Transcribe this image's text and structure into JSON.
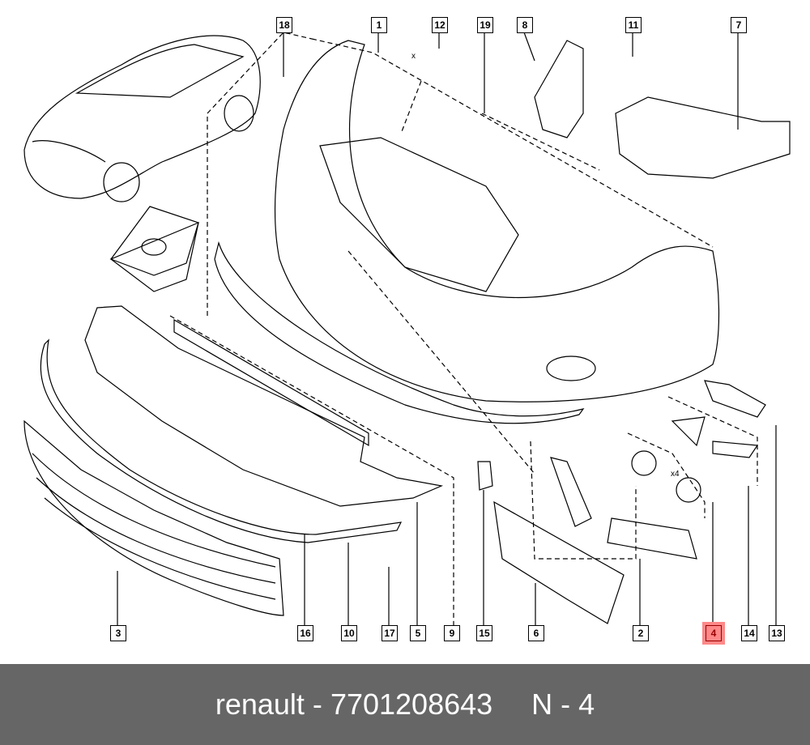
{
  "callouts": {
    "top": [
      "18",
      "1",
      "12",
      "19",
      "8",
      "11",
      "7"
    ],
    "bottom": [
      "3",
      "16",
      "10",
      "17",
      "5",
      "9",
      "15",
      "6",
      "2",
      "4",
      "14",
      "13"
    ],
    "highlighted": "4",
    "highlight_color": "#ff8888"
  },
  "annotations": {
    "x_mark": "x",
    "x4": "x4"
  },
  "footer": {
    "brand": "renault",
    "separator": "-",
    "part_number": "7701208643",
    "position_label": "N - 4",
    "background": "#666666"
  }
}
